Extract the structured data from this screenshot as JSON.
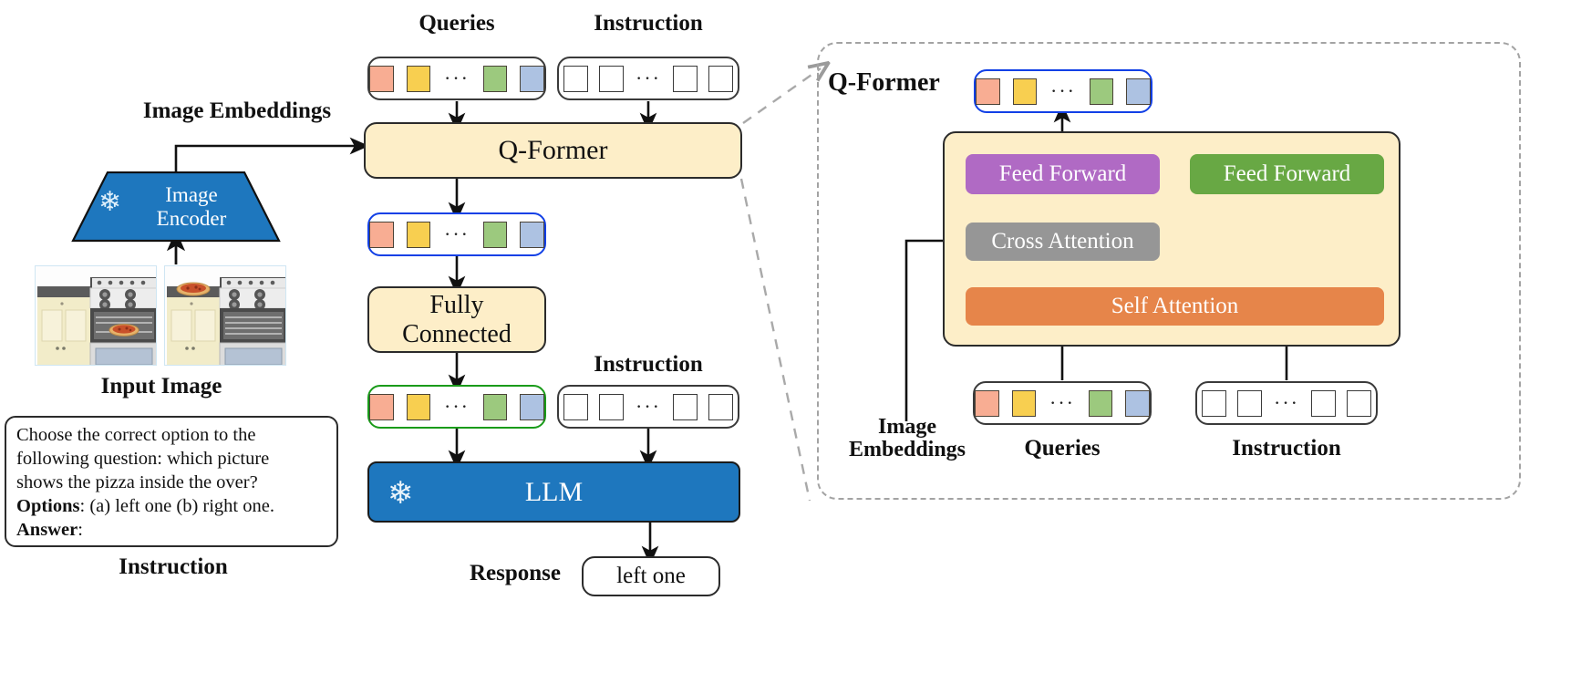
{
  "labels": {
    "queries_top": "Queries",
    "instruction_top": "Instruction",
    "image_embeddings_left": "Image Embeddings",
    "input_image": "Input Image",
    "instruction_left": "Instruction",
    "instruction_mid": "Instruction",
    "response": "Response",
    "qformer_panel_title": "Q-Former",
    "image_embeddings_right_l1": "Image",
    "image_embeddings_right_l2": "Embeddings",
    "queries_right": "Queries",
    "instruction_right": "Instruction"
  },
  "blocks": {
    "image_encoder_l1": "Image",
    "image_encoder_l2": "Encoder",
    "qformer": "Q-Former",
    "fully_connected_l1": "Fully",
    "fully_connected_l2": "Connected",
    "llm": "LLM",
    "feed_forward_left": "Feed Forward",
    "feed_forward_right": "Feed Forward",
    "cross_attention": "Cross Attention",
    "self_attention": "Self Attention"
  },
  "instruction_text": {
    "line1": "Choose the correct option to the",
    "line2": "following question: which picture",
    "line3": "shows the pizza inside the over?",
    "options_key": "Options",
    "options_value": ": (a) left one (b) right one.",
    "answer_key": "Answer",
    "answer_value": ":"
  },
  "response_value": "left one",
  "icons": {
    "snowflake": "❄",
    "ellipsis": "···"
  },
  "tokens": {
    "query_colors": [
      "#f8ad93",
      "#f8cf50",
      "#9cc97e",
      "#adc2e2"
    ],
    "instruction_fill": "#ffffff"
  },
  "colors": {
    "cream": "#fdeec8",
    "blue_llm": "#1e77be",
    "blue_outline": "#1240e6",
    "green_outline": "#1a9b1a",
    "purple_ff": "#b06ac4",
    "green_ff": "#68a844",
    "gray_cross_attn": "#969696",
    "orange_self_attn": "#e6854a",
    "dashed_panel": "#a3a3a3"
  }
}
